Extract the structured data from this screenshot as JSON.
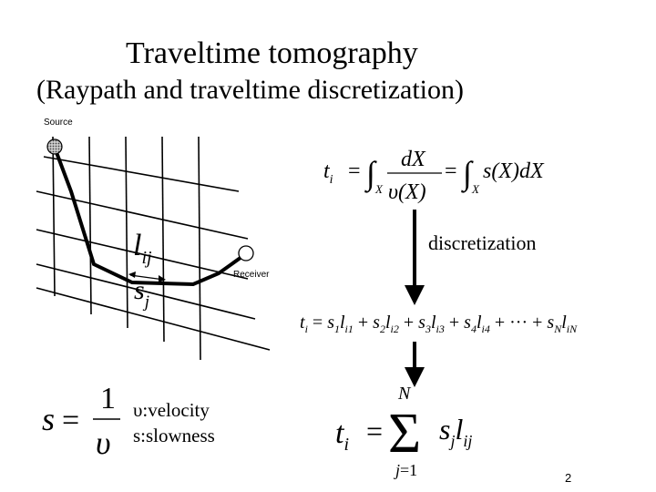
{
  "slide": {
    "title": "Traveltime tomography",
    "subtitle": "(Raypath and traveltime discretization)",
    "page_number": "2"
  },
  "diagram": {
    "source_label": "Source",
    "receiver_label": "Receiver",
    "segment_label": "l",
    "segment_subscript": "ij",
    "cell_label": "s",
    "cell_subscript": "j"
  },
  "equations": {
    "integral": "t_i = ∫_X dX / υ(X) = ∫_X s(X) dX",
    "discretization_label": "discretization",
    "discrete_sum": "t_i = s_1 l_i1 + s_2 l_i2 + s_3 l_i3 + s_4 l_i4 + ··· + s_N l_iN",
    "compact_sum": "t_i = Σ_{j=1}^{N} s_j l_ij",
    "slowness_def": "s = 1/υ"
  },
  "legend": {
    "velocity": "υ:velocity",
    "slowness": "s:slowness"
  }
}
